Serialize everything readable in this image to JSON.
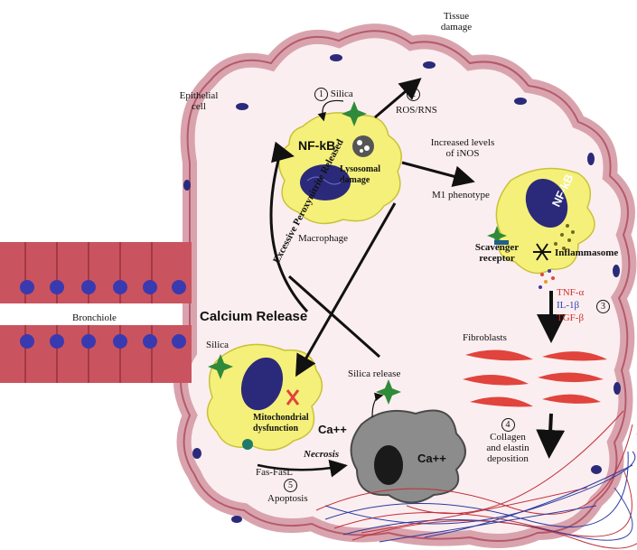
{
  "colors": {
    "background": "#ffffff",
    "tissue_membrane": "#d9a3ae",
    "cell_yellow": "#f5f07a",
    "nucleus_blue": "#2b2a7a",
    "bronchiole_red": "#c9545f",
    "fibroblast_red": "#e0443c",
    "necrotic_gray": "#8c8c8c"
  },
  "labels": {
    "tissue_damage_1": "Tissue",
    "tissue_damage_2": "damage",
    "epithelial_1": "Epithelial",
    "epithelial_2": "cell",
    "step1": "1",
    "silica_top": "Silica",
    "step2": "2",
    "ros_rns": "ROS/RNS",
    "nfkb_left": "NF-kB",
    "lysosomal_1": "Lysosomal",
    "lysosomal_2": "damage",
    "macrophage": "Macrophage",
    "increased_1": "Increased levels",
    "increased_2": "of iNOS",
    "m1": "M1 phenotype",
    "nfkb_right": "NF-kB",
    "scavenger_1": "Scavenger",
    "scavenger_2": "receptor",
    "inflammasome": "Inflammasome",
    "tnf": "TNF-α",
    "il1": "IL-1β",
    "tgf": "TGF-β",
    "step3": "3",
    "bronchiole": "Bronchiole",
    "peroxynitrite": "Excessive Peroxynitrite Released",
    "calcium": "Calcium Release",
    "silica_left": "Silica",
    "mito_1": "Mitochondrial",
    "mito_2": "dysfunction",
    "ca_cell": "Ca++",
    "ca_necrotic": "Ca++",
    "silica_release": "Silica release",
    "fibroblasts": "Fibroblasts",
    "step4": "4",
    "collagen_1": "Collagen",
    "collagen_2": "and elastin",
    "collagen_3": "deposition",
    "necrosis": "Necrosis",
    "fas": "Fas-FasL",
    "step5": "5",
    "apoptosis": "Apoptosis"
  }
}
